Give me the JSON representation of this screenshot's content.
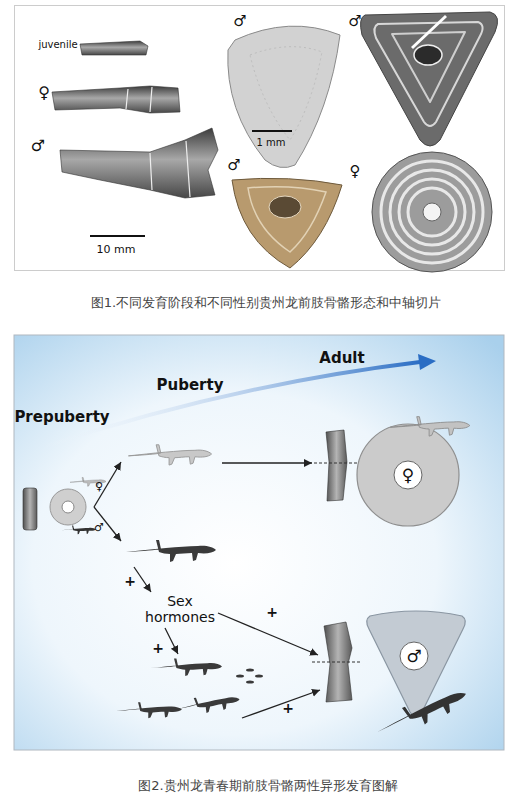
{
  "diagram": {
    "nodes": [
      {
        "text": [
          "♀"
        ]
      },
      {
        "text": [
          "♂"
        ]
      }
    ],
    "labels": [
      "juvenile",
      "♀",
      "♂",
      "10 mm",
      "♂",
      "1 mm",
      "♂",
      "♂",
      "♀",
      "图1.不同发育阶段和不同性别贵州龙前肢骨骼形态和中轴切片",
      "Adult",
      "Puberty",
      "Prepuberty",
      "♀",
      "♂",
      "+",
      "Sex hormones",
      "+",
      "+",
      "+",
      "图2.贵州龙青春期前肢骨骼两性异形发育图解"
    ]
  }
}
